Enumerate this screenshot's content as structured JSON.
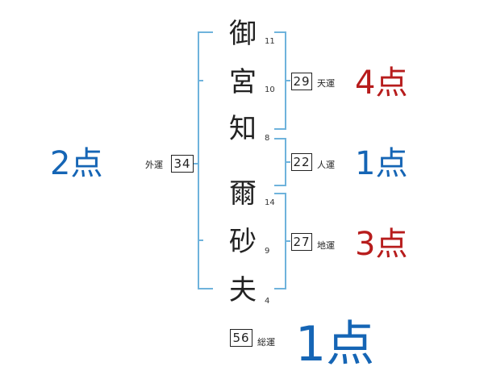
{
  "name": {
    "chars": [
      {
        "char": "御",
        "strokes": "11"
      },
      {
        "char": "宮",
        "strokes": "10"
      },
      {
        "char": "知",
        "strokes": "8"
      },
      {
        "char": "爾",
        "strokes": "14"
      },
      {
        "char": "砂",
        "strokes": "9"
      },
      {
        "char": "夫",
        "strokes": "4"
      }
    ]
  },
  "luck": {
    "gaiun": {
      "label": "外運",
      "value": "34",
      "score": "2点",
      "color": "#1565b5"
    },
    "tenun": {
      "label": "天運",
      "value": "29",
      "score": "4点",
      "color": "#b71c1c"
    },
    "jinun": {
      "label": "人運",
      "value": "22",
      "score": "1点",
      "color": "#1565b5"
    },
    "chiun": {
      "label": "地運",
      "value": "27",
      "score": "3点",
      "color": "#b71c1c"
    },
    "souun": {
      "label": "総運",
      "value": "56",
      "score": "1点",
      "color": "#1565b5"
    }
  },
  "colors": {
    "bracket": "#6fb3dc"
  }
}
